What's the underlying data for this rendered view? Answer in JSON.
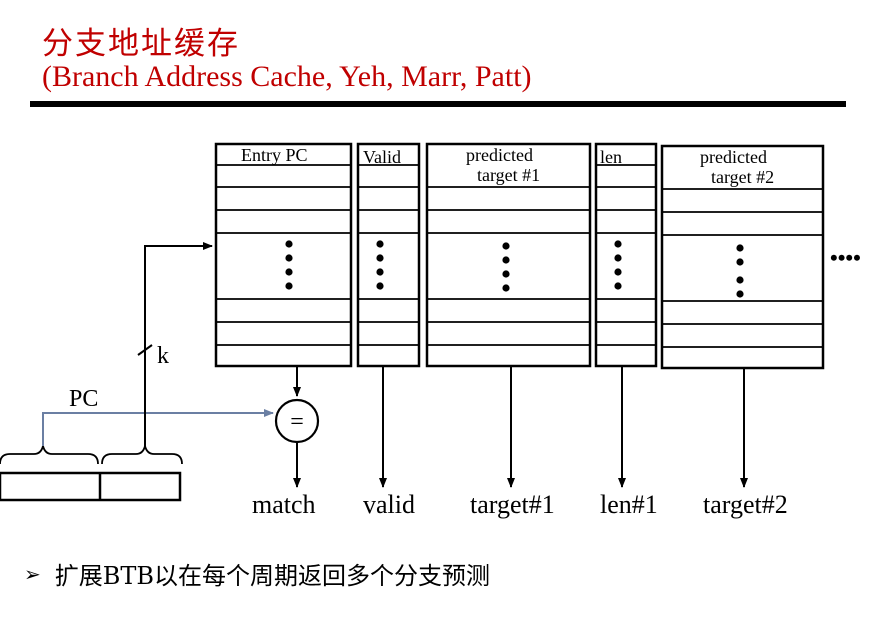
{
  "slide": {
    "title_cn": "分支地址缓存",
    "title_en": "(Branch Address Cache, Yeh, Marr, Patt)",
    "title_color": "#c00000"
  },
  "table": {
    "headers": {
      "entry_pc": "Entry PC",
      "valid": "Valid",
      "predicted1_line1": "predicted",
      "predicted1_line2": "target #1",
      "len": "len",
      "predicted2_line1": "predicted",
      "predicted2_line2": "target #2"
    }
  },
  "labels": {
    "pc": "PC",
    "k": "k",
    "equals": "=",
    "continuation": "••••"
  },
  "outputs": {
    "match": "match",
    "valid": "valid",
    "target1": "target#1",
    "len1": "len#1",
    "target2": "target#2"
  },
  "bullet": {
    "text": "扩展BTB以在每个周期返回多个分支预测",
    "marker": "➢"
  }
}
